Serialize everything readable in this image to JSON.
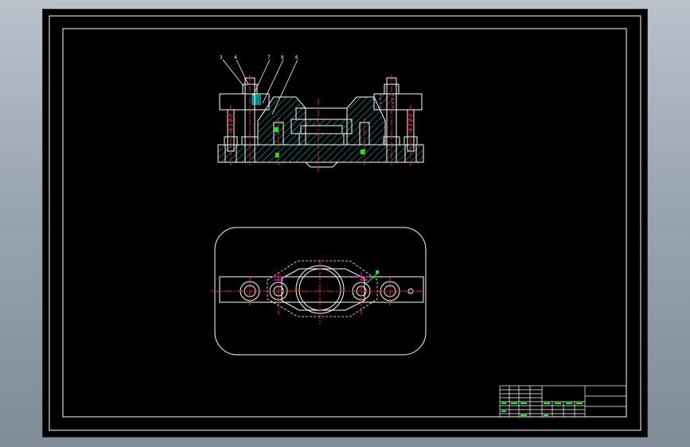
{
  "drawing": {
    "part_labels": [
      "3",
      "4",
      "7",
      "8",
      "6"
    ],
    "colors": {
      "background": "#000000",
      "outline": "#ffffff",
      "centerline": "#ff2020",
      "hatch": "#00c8c8",
      "dimension": "#00ff00",
      "hidden": "#ff40ff",
      "dashed": "#ffffff"
    }
  }
}
